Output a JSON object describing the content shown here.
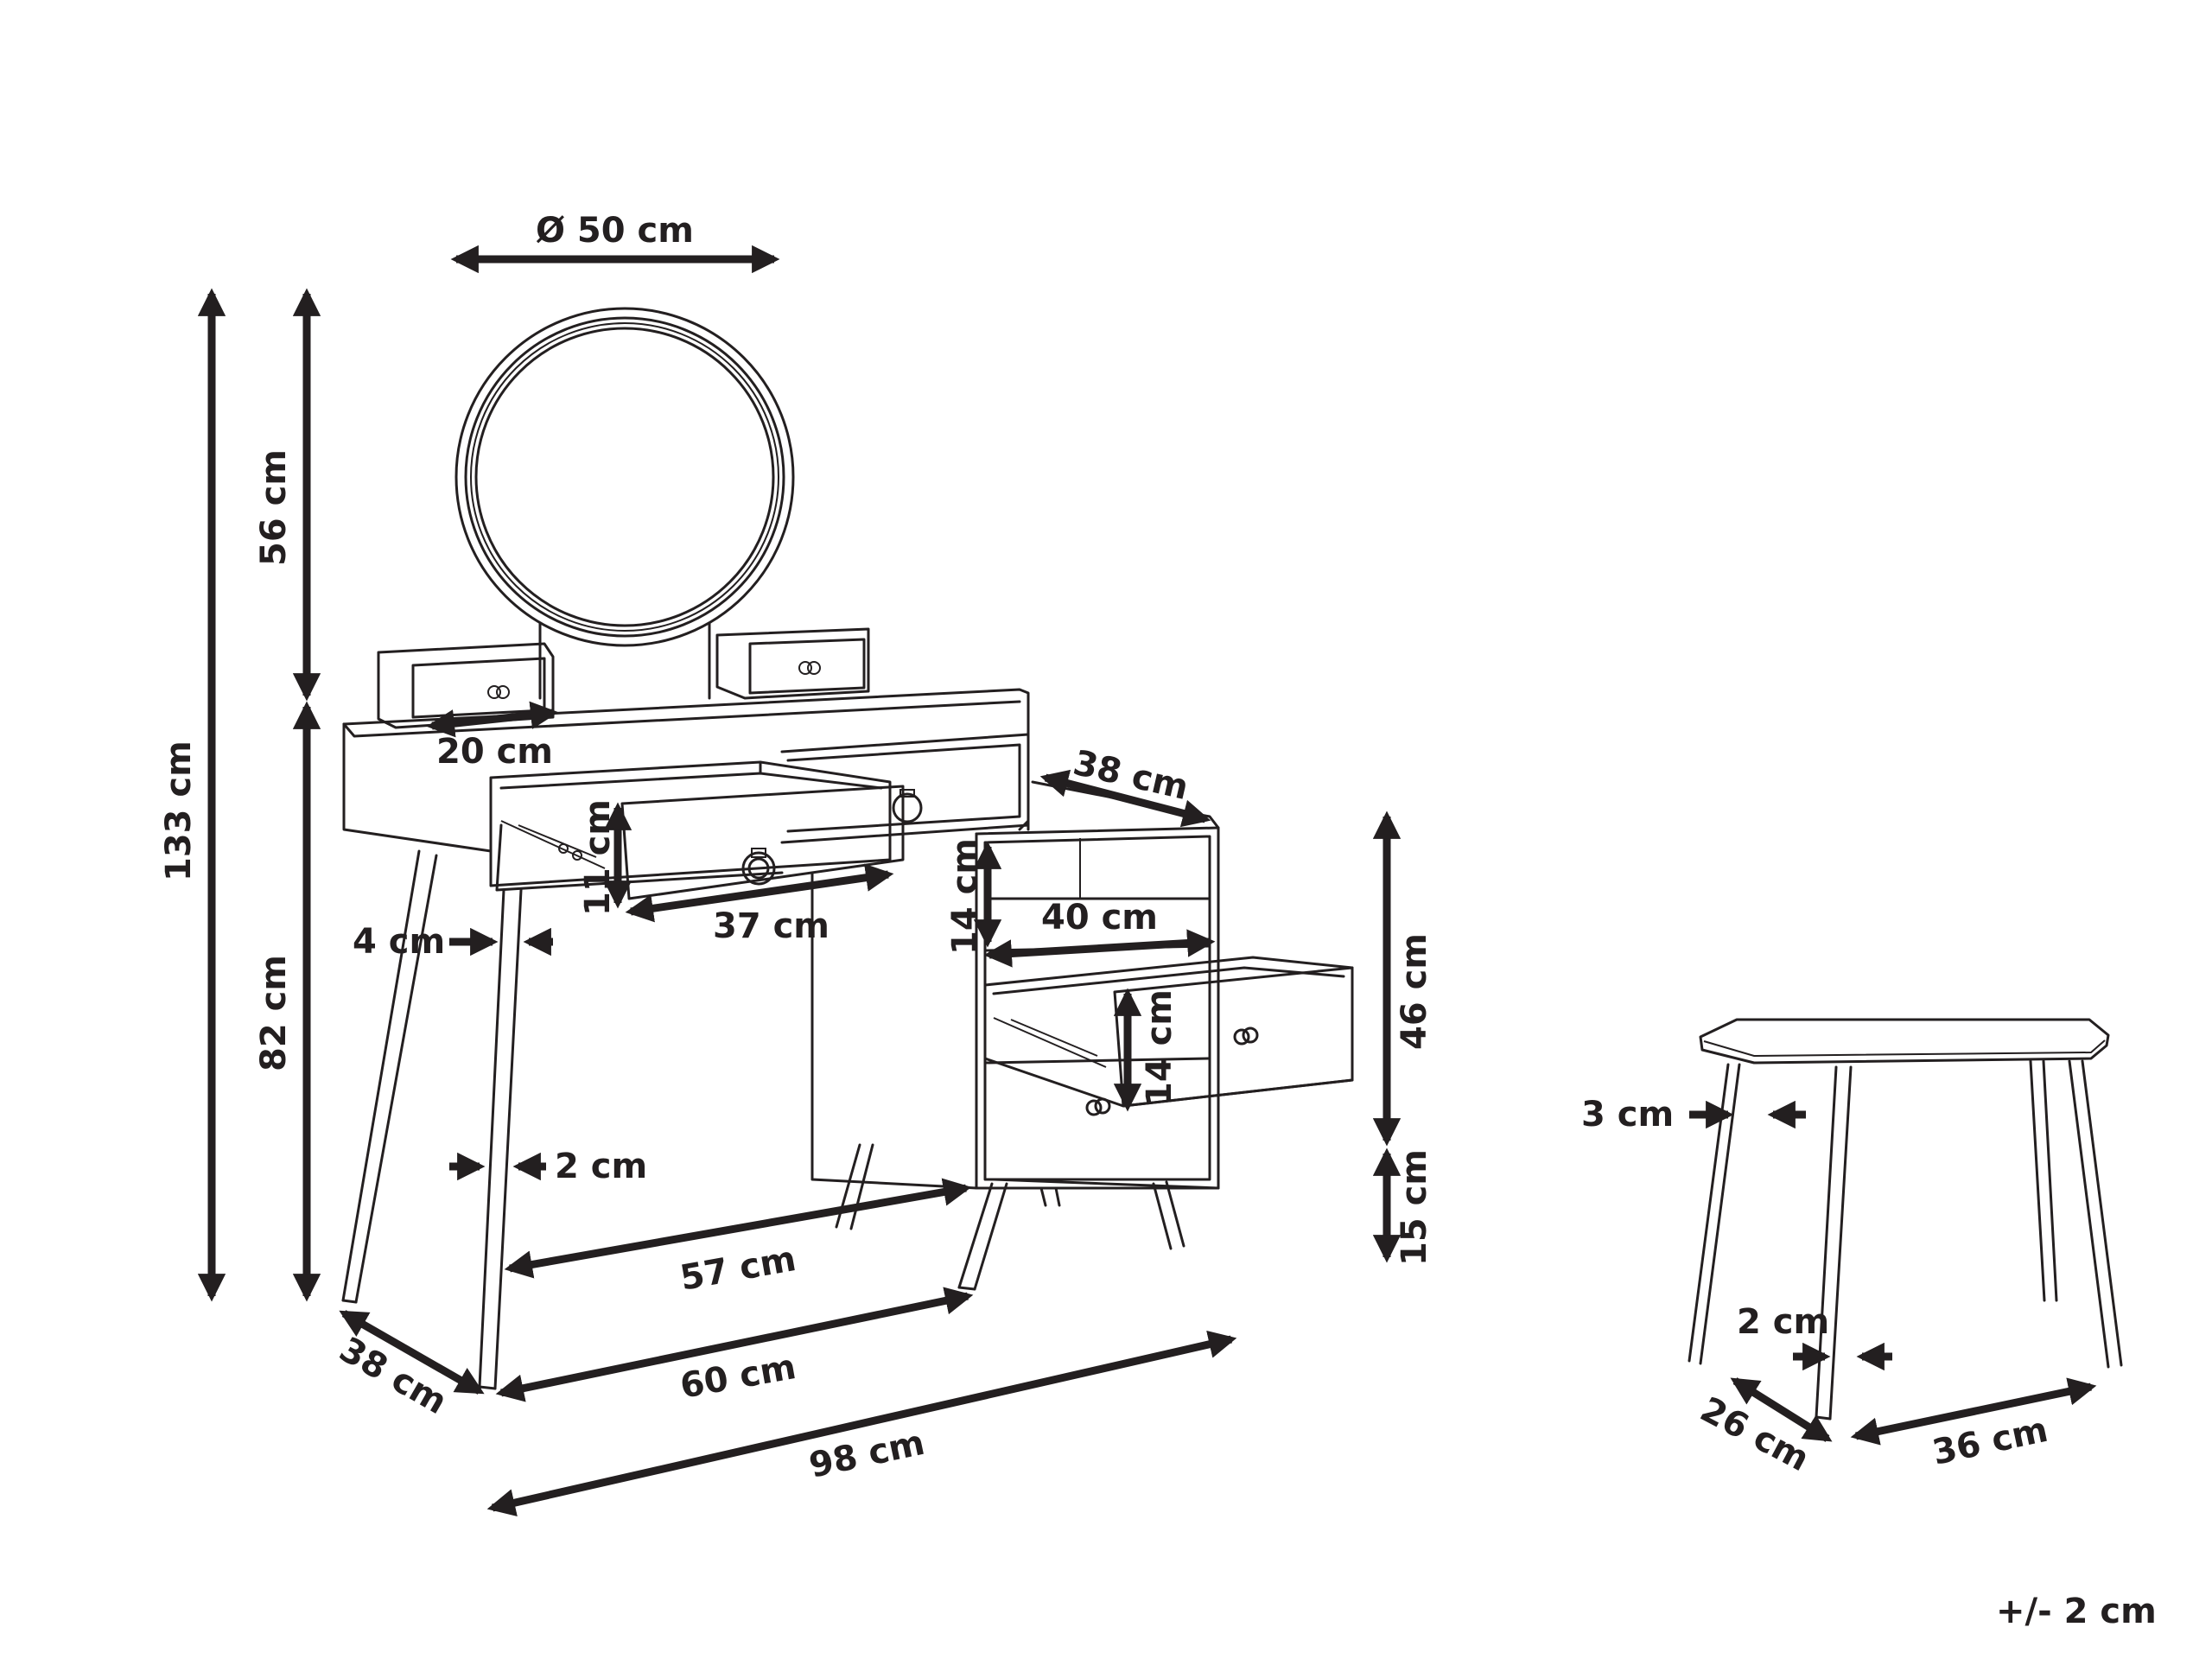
{
  "labels": {
    "mirror_diameter": "Ø 50 cm",
    "total_height": "133 cm",
    "mirror_height": "56 cm",
    "table_height": "82 cm",
    "small_drawer_width": "20 cm",
    "cabinet_depth": "38 cm",
    "drawer_height": "11 cm",
    "drawer_width": "37 cm",
    "cabinet_shelf_height": "14 cm",
    "cabinet_shelf_width": "40 cm",
    "cabinet_drawer_height": "14 cm",
    "cabinet_height": "46 cm",
    "cabinet_leg_height": "15 cm",
    "leg_width_top": "4 cm",
    "leg_width_bottom": "2 cm",
    "inner_width": "57 cm",
    "table_width_inner": "60 cm",
    "table_depth": "38 cm",
    "total_width": "98 cm",
    "stool_leg_top": "3 cm",
    "stool_leg_bottom": "2 cm",
    "stool_depth": "26 cm",
    "stool_width": "36 cm"
  },
  "tolerance": "+/- 2 cm"
}
